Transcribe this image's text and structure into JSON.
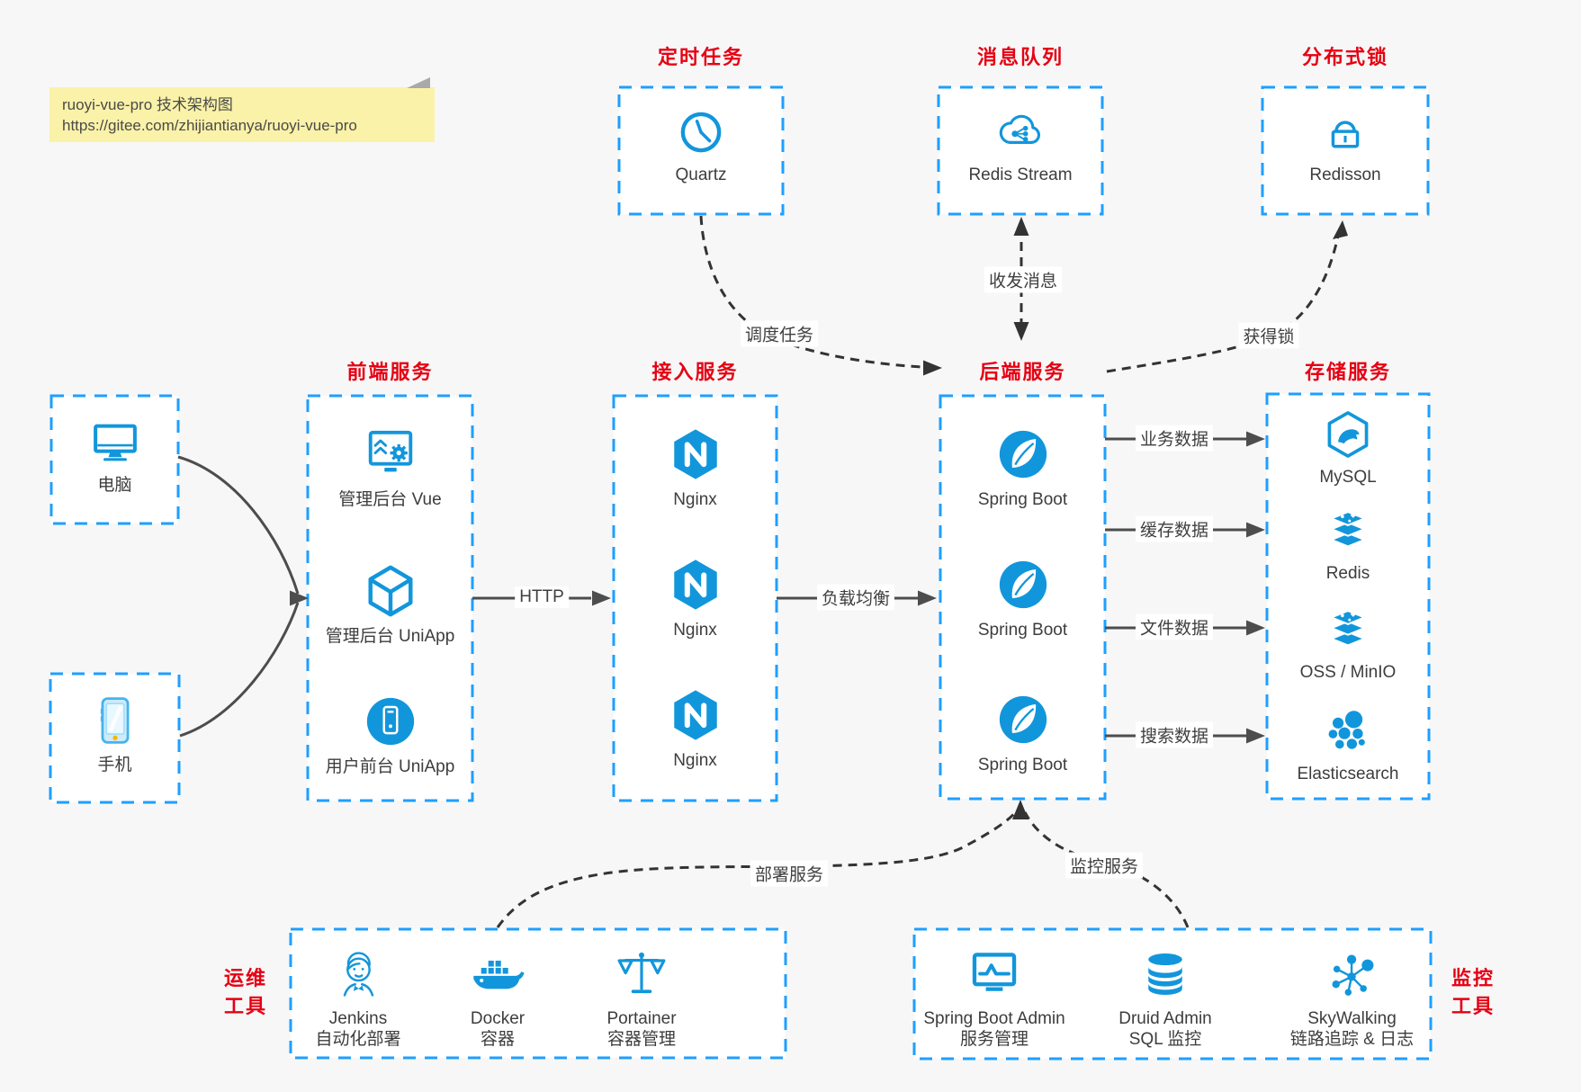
{
  "note": {
    "title": "ruoyi-vue-pro 技术架构图",
    "url": "https://gitee.com/zhijiantianya/ruoyi-vue-pro"
  },
  "top_groups": {
    "scheduler": {
      "label": "定时任务",
      "item": {
        "name": "Quartz",
        "icon": "clock-icon"
      }
    },
    "mq": {
      "label": "消息队列",
      "item": {
        "name": "Redis Stream",
        "icon": "cloud-mq-icon"
      }
    },
    "lock": {
      "label": "分布式锁",
      "item": {
        "name": "Redisson",
        "icon": "lock-icon"
      }
    }
  },
  "devices": {
    "pc": {
      "label": "电脑",
      "icon": "desktop-icon"
    },
    "mobile": {
      "label": "手机",
      "icon": "smartphone-icon"
    }
  },
  "columns": {
    "frontend": {
      "label": "前端服务",
      "items": [
        {
          "name": "管理后台 Vue",
          "icon": "admin-vue-icon"
        },
        {
          "name": "管理后台 UniApp",
          "icon": "uniapp-cube-icon"
        },
        {
          "name": "用户前台 UniApp",
          "icon": "user-app-icon"
        }
      ]
    },
    "gateway": {
      "label": "接入服务",
      "items": [
        {
          "name": "Nginx",
          "icon": "nginx-icon"
        },
        {
          "name": "Nginx",
          "icon": "nginx-icon"
        },
        {
          "name": "Nginx",
          "icon": "nginx-icon"
        }
      ]
    },
    "backend": {
      "label": "后端服务",
      "items": [
        {
          "name": "Spring Boot",
          "icon": "spring-icon"
        },
        {
          "name": "Spring Boot",
          "icon": "spring-icon"
        },
        {
          "name": "Spring Boot",
          "icon": "spring-icon"
        }
      ]
    },
    "storage": {
      "label": "存储服务",
      "items": [
        {
          "name": "MySQL",
          "icon": "mysql-icon"
        },
        {
          "name": "Redis",
          "icon": "redis-stack-icon"
        },
        {
          "name": "OSS / MinIO",
          "icon": "redis-stack-icon"
        },
        {
          "name": "Elasticsearch",
          "icon": "elasticsearch-icon"
        }
      ]
    }
  },
  "bottom_groups": {
    "ops": {
      "label_line1": "运维",
      "label_line2": "工具",
      "items": [
        {
          "title": "Jenkins",
          "subtitle": "自动化部署",
          "icon": "jenkins-icon"
        },
        {
          "title": "Docker",
          "subtitle": "容器",
          "icon": "docker-icon"
        },
        {
          "title": "Portainer",
          "subtitle": "容器管理",
          "icon": "portainer-icon"
        }
      ]
    },
    "monitoring": {
      "label_line1": "监控",
      "label_line2": "工具",
      "items": [
        {
          "title": "Spring Boot Admin",
          "subtitle": "服务管理",
          "icon": "boot-admin-icon"
        },
        {
          "title": "Druid Admin",
          "subtitle": "SQL 监控",
          "icon": "druid-icon"
        },
        {
          "title": "SkyWalking",
          "subtitle": "链路追踪 & 日志",
          "icon": "skywalking-icon"
        }
      ]
    }
  },
  "edges": {
    "http": "HTTP",
    "load_balance": "负载均衡",
    "schedule": "调度任务",
    "messages": "收发消息",
    "acquire_lock": "获得锁",
    "business_data": "业务数据",
    "cache_data": "缓存数据",
    "file_data": "文件数据",
    "search_data": "搜索数据",
    "deploy": "部署服务",
    "monitor": "监控服务"
  },
  "colors": {
    "box_border_blue": "#1e9fff",
    "icon_blue": "#1296db",
    "label_red": "#e60012",
    "solid_arrow": "#4d4d4d",
    "dashed_arrow": "#333333",
    "note_bg": "#faf2a8",
    "page_bg": "#f7f7f7"
  }
}
